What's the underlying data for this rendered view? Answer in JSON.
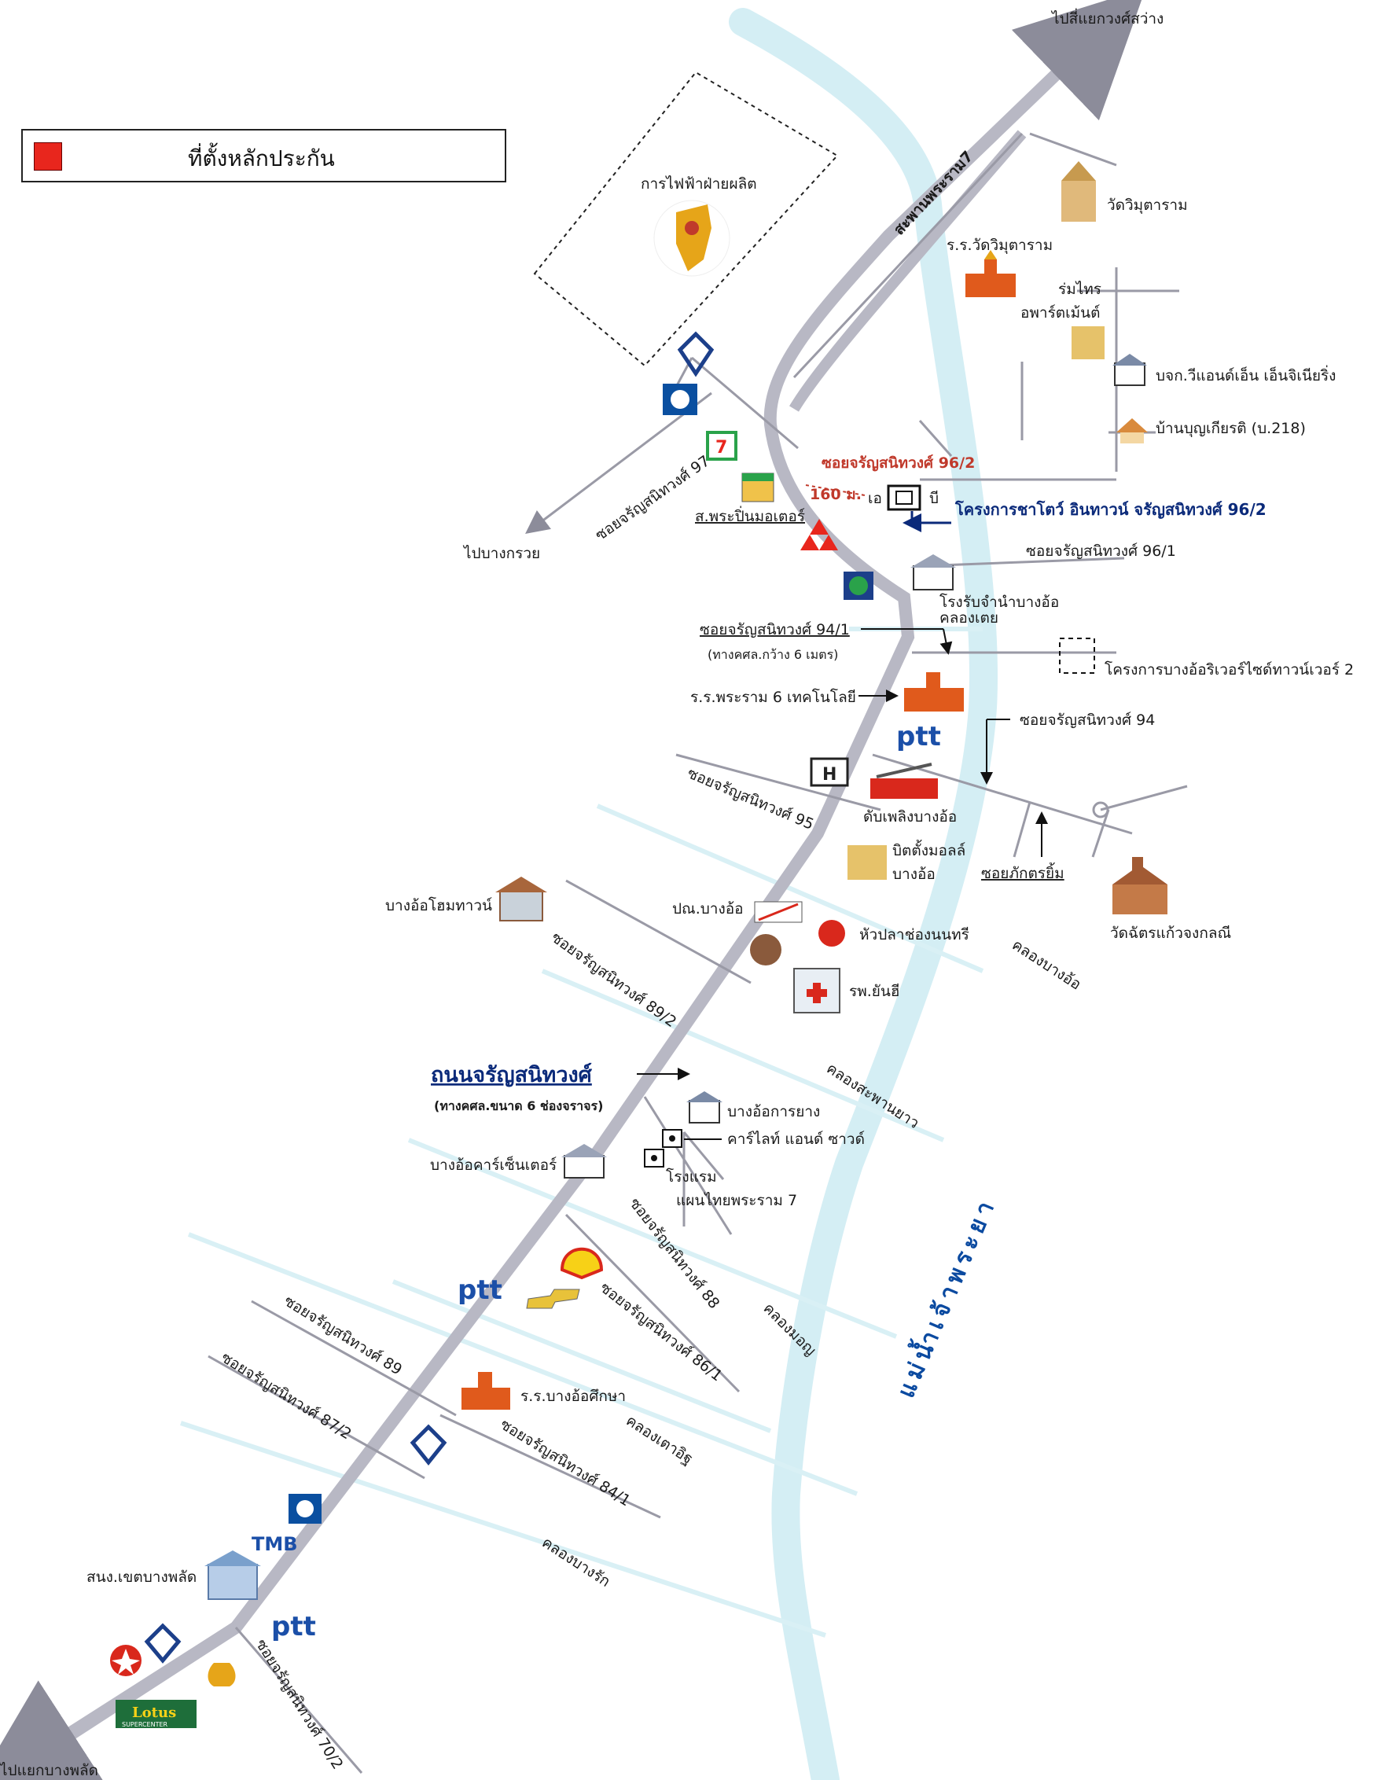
{
  "legend": {
    "label": "ที่ตั้งหลักประกัน",
    "swatch_color": "#e8261d"
  },
  "colors": {
    "river": "#d4eef4",
    "road": "#b8b8c4",
    "canal": "#d9f0f5",
    "soi": "#9a9aa6",
    "label_blue": "#0b2a7a"
  },
  "directions": {
    "north": "ไปสี่แยกวงศ์สว่าง",
    "west": "ไปบางกรวย",
    "south": "ไปแยกบางพลัด"
  },
  "main_road": {
    "name": "ถนนจรัญสนิทวงศ์",
    "spec": "(ทางคศล.ขนาด 6 ช่องจราจร)"
  },
  "bridge": "สะพานพระราม7",
  "river": "แม่น้ำเจ้าพระยา",
  "subject": {
    "soi": "ซอยจรัญสนิทวงศ์ 96/2",
    "distance": "160 ม.",
    "point_a": "เอ",
    "point_b": "บี",
    "project": "โครงการชาโตว์ อินทาวน์ จรัญสนิทวงศ์ 96/2"
  },
  "sois": {
    "s97": "ซอยจรัญสนิทวงศ์ 97",
    "s96_1": "ซอยจรัญสนิทวงศ์ 96/1",
    "s94_1": "ซอยจรัญสนิทวงศ์ 94/1",
    "s94_1_note": "(ทางคศล.กว้าง 6 เมตร)",
    "s94": "ซอยจรัญสนิทวงศ์ 94",
    "s95": "ซอยจรัญสนิทวงศ์ 95",
    "s89_2": "ซอยจรัญสนิทวงศ์ 89/2",
    "s88": "ซอยจรัญสนิทวงศ์ 88",
    "s86_1": "ซอยจรัญสนิทวงศ์ 86/1",
    "s89": "ซอยจรัญสนิทวงศ์ 89",
    "s87_2": "ซอยจรัญสนิทวงศ์ 87/2",
    "s84_1": "ซอยจรัญสนิทวงศ์ 84/1",
    "s70_2": "ซอยจรัญสนิทวงศ์ 70/2",
    "phakdi": "ซอยภักตรยิ้ม"
  },
  "canals": {
    "bang_o": "คลองบางอ้อ",
    "saphan_yao": "คลองสะพานยาว",
    "mon": "คลองมอญ",
    "tao_it": "คลองเตาอิฐ",
    "bang_rak": "คลองบางรัก"
  },
  "places": {
    "egat": "การไฟฟ้าฝ่ายผลิต",
    "wat_wimut": "วัดวิมุตาราม",
    "school_wimut": "ร.ร.วัดวิมุตาราม",
    "romsai": "ร่มไทร\nอพาร์ตเม้นต์",
    "romsai_1": "ร่มไทร",
    "romsai_2": "อพาร์ตเม้นต์",
    "vn_eng": "บจก.วีแอนด์เอ็น เอ็นจิเนียริ่ง",
    "ban_boon": "บ้านบุญเกียรติ (บ.218)",
    "pranin": "ส.พระปิ่นมอเตอร์",
    "water_1": "โรงรับจำนำบางอ้อ",
    "water_2": "คลองเตย",
    "riverside": "โครงการบางอ้อริเวอร์ไซด์ทาวน์เวอร์ 2",
    "rama6_school": "ร.ร.พระราม 6 เทคโนโลยี",
    "fire": "ดับเพลิงบางอ้อ",
    "bitong_1": "บิตตั้งมอลล์",
    "bitong_2": "บางอ้อ",
    "wat_chat": "วัดฉัตรแก้วจงกลณี",
    "home_town": "บางอ้อโฮมทาวน์",
    "post": "ปณ.บางอ้อ",
    "hua_pla": "หัวปลาช่องนนทรี",
    "yanhee": "รพ.ยันฮี",
    "rubber": "บางอ้อการยาง",
    "car_light": "คาร์ไลท์ แอนด์ ซาวด์",
    "hotel_1": "โรงแรม",
    "hotel_2": "แผนไทยพระราม 7",
    "car_center": "บางอ้อคาร์เซ็นเตอร์",
    "school_bo": "ร.ร.บางอ้อศึกษา",
    "district": "สนง.เขตบางพลัด"
  },
  "brands": {
    "ptt": "ptt",
    "tmb": "TMB",
    "lotus": "Lotus",
    "lotus_sub": "SUPERCENTER",
    "seven": "7"
  }
}
